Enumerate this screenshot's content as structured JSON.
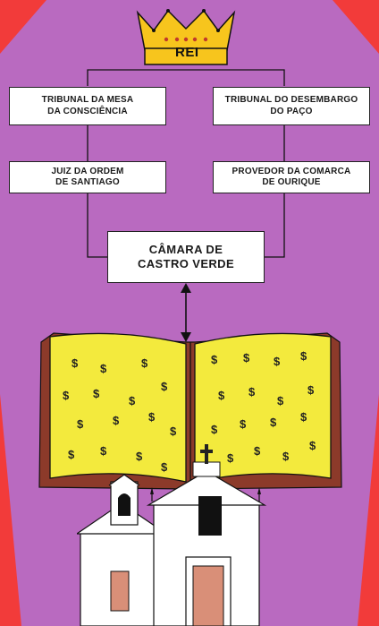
{
  "crown": {
    "label": "REI"
  },
  "boxes": {
    "mesa": "TRIBUNAL DA MESA\nDA CONSCIÊNCIA",
    "desembargo": "TRIBUNAL DO DESEMBARGO\nDO PAÇO",
    "juiz": "JUIZ DA ORDEM\nDE SANTIAGO",
    "provedor": "PROVEDOR DA COMARCA\nDE OURIQUE",
    "camara": "CÂMARA DE\nCASTRO VERDE"
  },
  "colors": {
    "outer": "#f23b3a",
    "panel": "#b96ac0",
    "crown": "#f7c51d",
    "book": "#f3ea3d",
    "building": "#ffffff",
    "door": "#d98f78"
  },
  "icons": [
    "crown-icon",
    "double-arrow-icon",
    "open-book-icon",
    "dollar-sign-icon",
    "church-building-icon",
    "cross-icon"
  ]
}
